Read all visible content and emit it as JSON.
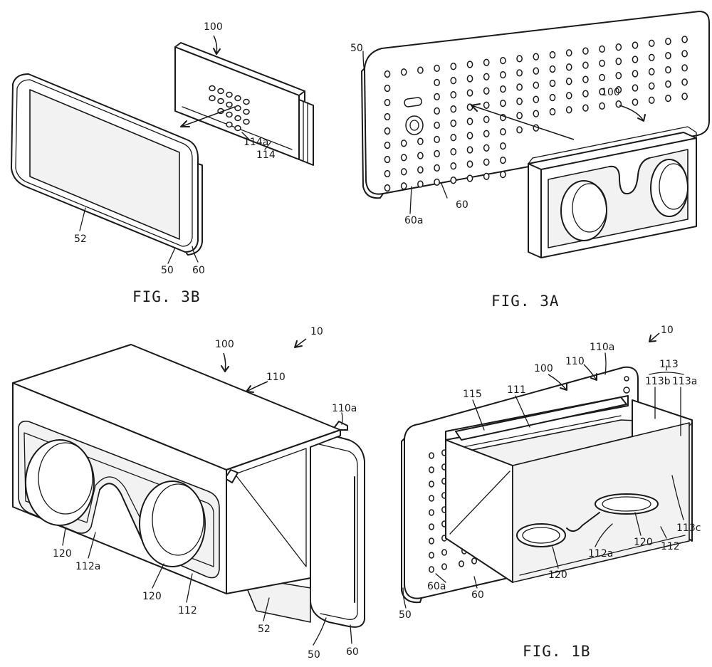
{
  "figures": {
    "fig3b": {
      "caption": "FIG. 3B",
      "labels": {
        "r100": "100",
        "r114a": "114a",
        "r114": "114",
        "r52": "52",
        "r50": "50",
        "r60": "60"
      }
    },
    "fig3a": {
      "caption": "FIG. 3A",
      "labels": {
        "r50": "50",
        "r100": "100",
        "r60": "60",
        "r60a": "60a"
      }
    },
    "fig1a": {
      "caption": "",
      "labels": {
        "r10": "10",
        "r100": "100",
        "r110": "110",
        "r110a": "110a",
        "r120a": "120",
        "r112a": "112a",
        "r120b": "120",
        "r112": "112",
        "r52": "52",
        "r50": "50",
        "r60": "60"
      }
    },
    "fig1b": {
      "caption": "FIG. 1B",
      "labels": {
        "r10": "10",
        "r110a": "110a",
        "r113": "113",
        "r100": "100",
        "r110": "110",
        "r113b": "113b",
        "r113a": "113a",
        "r115": "115",
        "r111": "111",
        "r113c": "113c",
        "r120a": "120",
        "r112a": "112a",
        "r112": "112",
        "r120b": "120",
        "r60a": "60a",
        "r60": "60",
        "r50": "50"
      }
    }
  }
}
